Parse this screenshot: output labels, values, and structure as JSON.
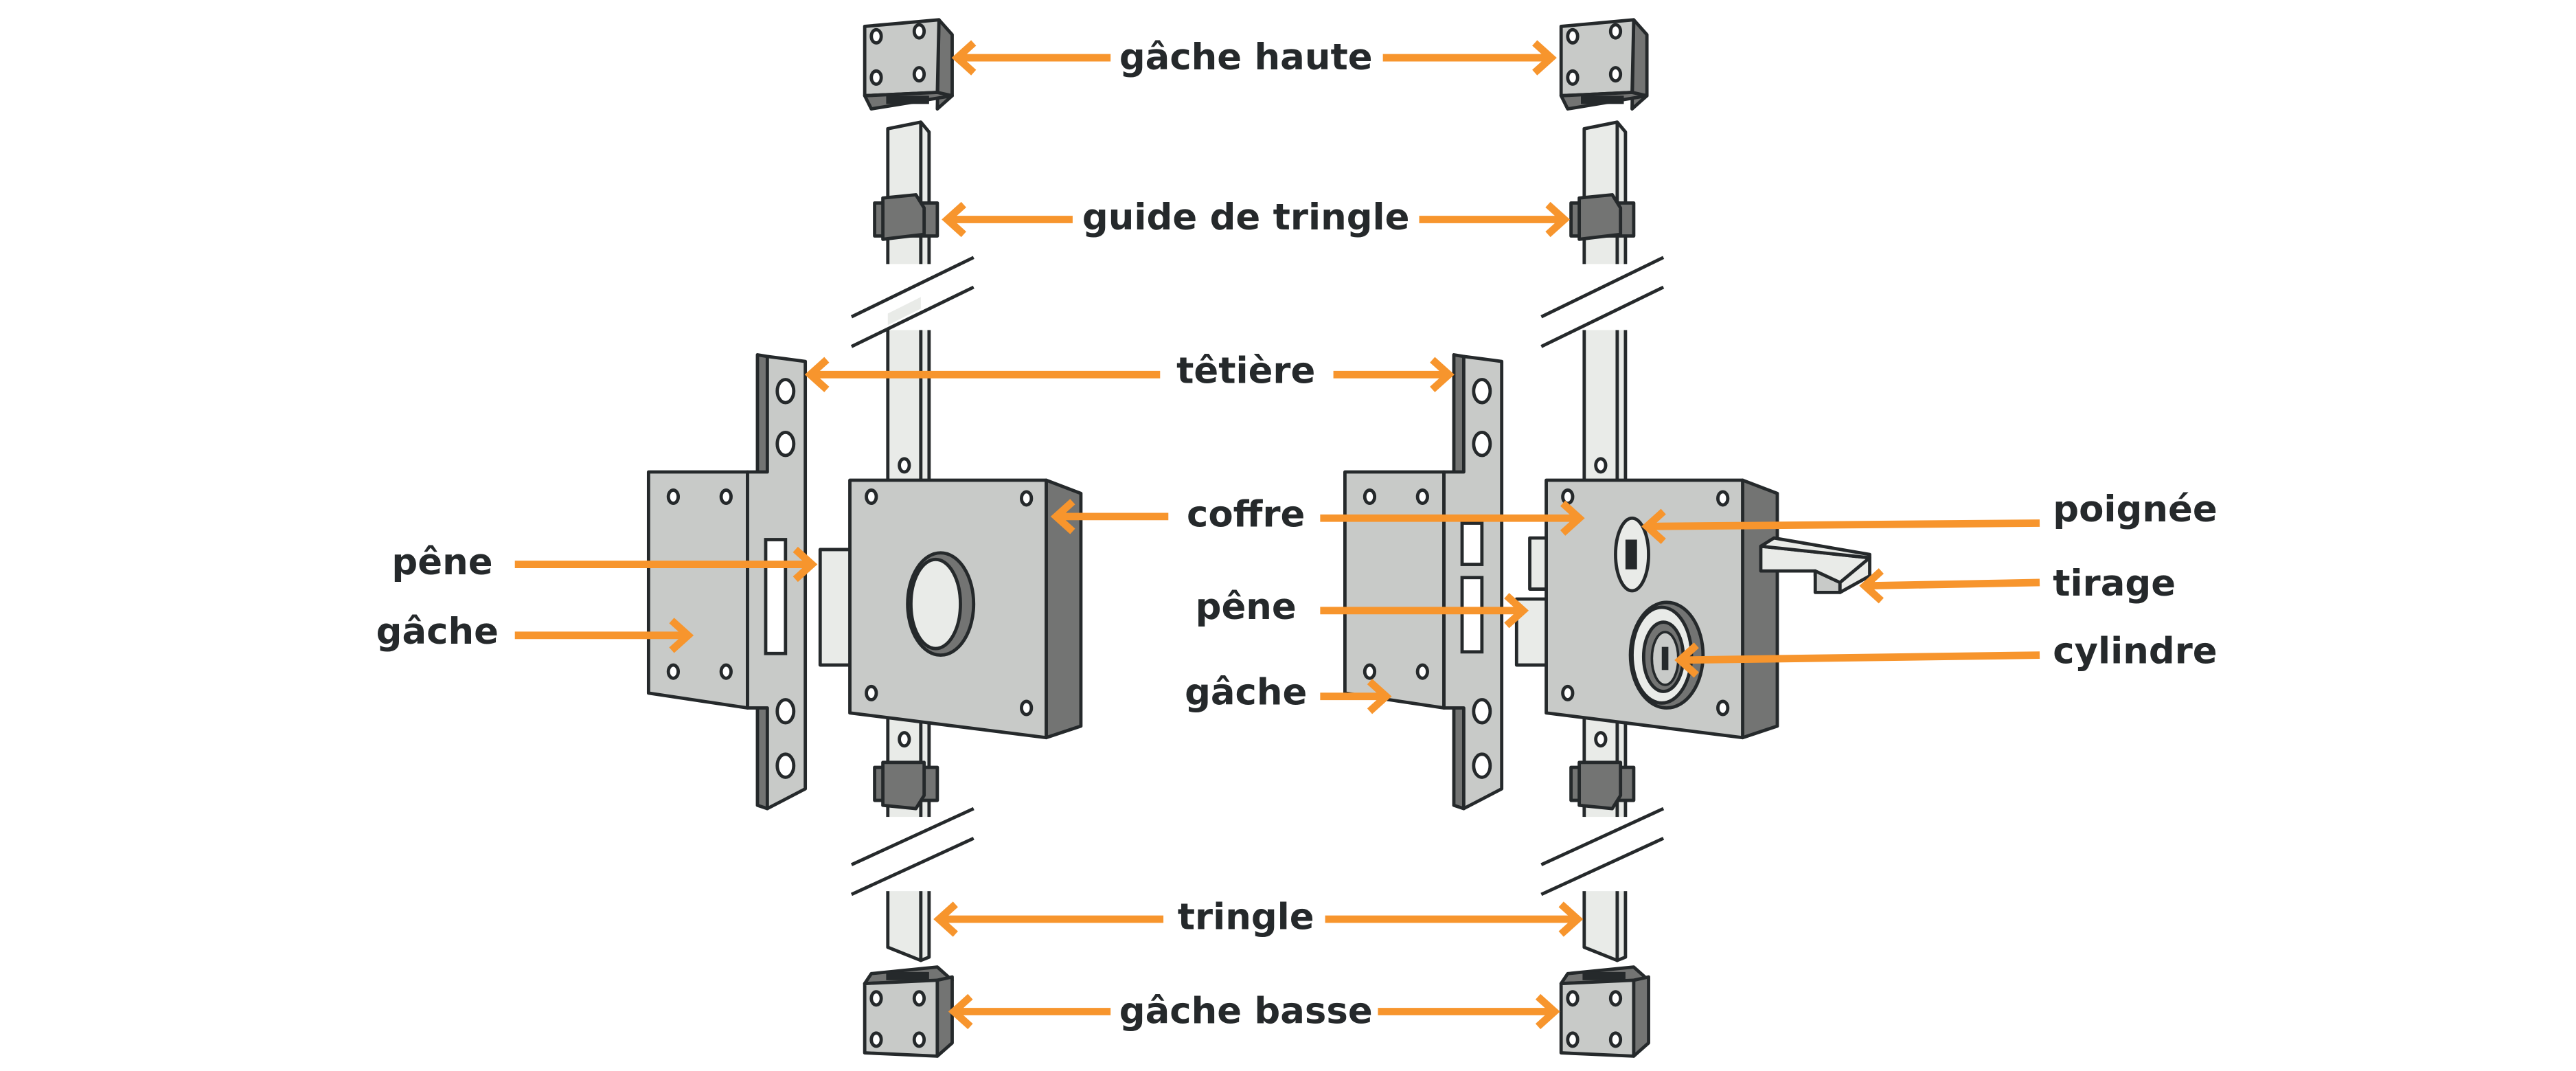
{
  "diagram": {
    "subject": "serrure trois points (multipoint lock) — vue éclatée",
    "accent_color": "#f7952d",
    "text_color": "#25292b",
    "metal_color": "#c8cac8",
    "shadow_color": "#737473",
    "labels": {
      "gache_haute": "gâche haute",
      "guide_de_tringle": "guide de tringle",
      "tetiere": "têtière",
      "coffre": "coffre",
      "pene_left": "pêne",
      "gache_left": "gâche",
      "pene_center": "pêne",
      "gache_center": "gâche",
      "poignee": "poignée",
      "tirage": "tirage",
      "cylindre": "cylindre",
      "tringle": "tringle",
      "gache_basse": "gâche basse"
    },
    "parts": [
      "gâche haute",
      "guide de tringle",
      "têtière",
      "coffre",
      "pêne",
      "gâche",
      "poignée",
      "tirage",
      "cylindre",
      "tringle",
      "gâche basse"
    ]
  }
}
